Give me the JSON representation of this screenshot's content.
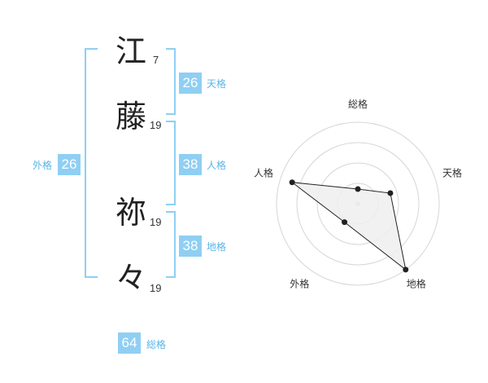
{
  "name": {
    "chars": [
      {
        "char": "江",
        "strokes": "7"
      },
      {
        "char": "藤",
        "strokes": "19"
      },
      {
        "char": "祢",
        "strokes": "19"
      },
      {
        "char": "々",
        "strokes": "19"
      }
    ]
  },
  "kaku": {
    "tenkaku": {
      "label": "天格",
      "value": "26"
    },
    "jinkaku": {
      "label": "人格",
      "value": "38"
    },
    "chikaku": {
      "label": "地格",
      "value": "38"
    },
    "gaikaku": {
      "label": "外格",
      "value": "26"
    },
    "soukaku": {
      "label": "総格",
      "value": "64"
    }
  },
  "colors": {
    "accent": "#8fcff3",
    "accent_text": "#5ab4e6",
    "grid": "#d6d6d6",
    "polygon_fill": "#eeeeee",
    "polygon_stroke": "#222222"
  },
  "chart_data": {
    "type": "radar",
    "axes": [
      "総格",
      "天格",
      "地格",
      "外格",
      "人格"
    ],
    "values": [
      0.18,
      0.42,
      1.0,
      0.28,
      0.85
    ],
    "rlim": [
      0,
      1
    ],
    "rings": 4
  }
}
